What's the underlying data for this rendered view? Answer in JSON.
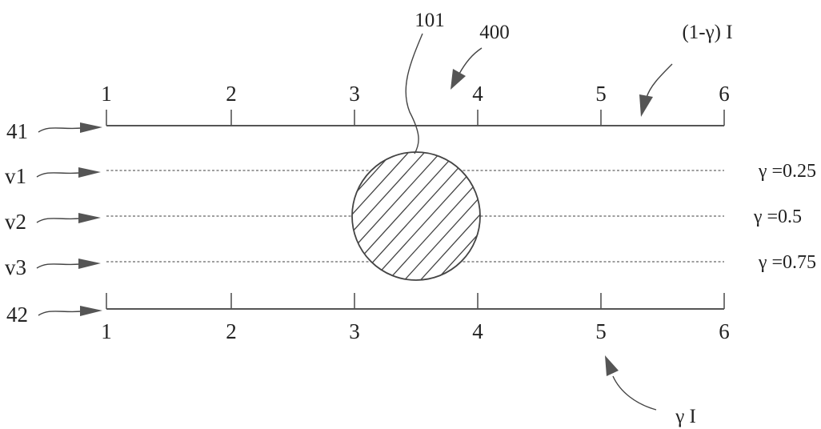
{
  "references": {
    "object": "101",
    "figure": "400",
    "top_scale_label": "(1-γ) I",
    "bottom_scale_label": "γ I"
  },
  "lines": [
    {
      "ref": "41",
      "kind": "scale"
    },
    {
      "ref": "v1",
      "kind": "virtual",
      "gamma_label": "γ =0.25"
    },
    {
      "ref": "v2",
      "kind": "virtual",
      "gamma_label": "γ =0.5"
    },
    {
      "ref": "v3",
      "kind": "virtual",
      "gamma_label": "γ =0.75"
    },
    {
      "ref": "42",
      "kind": "scale"
    }
  ],
  "top_ticks": [
    "1",
    "2",
    "3",
    "4",
    "5",
    "6"
  ],
  "bottom_ticks": [
    "1",
    "2",
    "3",
    "4",
    "5",
    "6"
  ]
}
